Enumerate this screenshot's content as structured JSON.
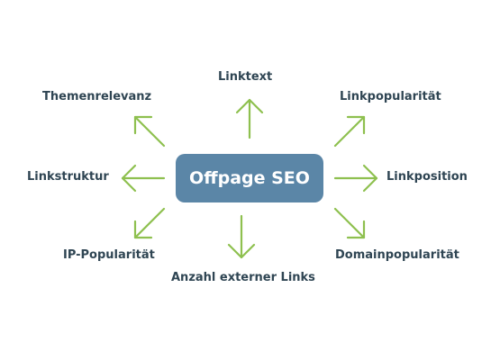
{
  "center": {
    "label": "Offpage SEO",
    "color": "#5b86a7"
  },
  "arrow_color": "#8ec04f",
  "text_color": "#2f4553",
  "factors": {
    "top": "Linktext",
    "top_right": "Linkpopularität",
    "right": "Linkposition",
    "bottom_right": "Domainpopularität",
    "bottom": "Anzahl externer Links",
    "bottom_left": "IP-Popularität",
    "left": "Linkstruktur",
    "top_left": "Themenrelevanz"
  }
}
